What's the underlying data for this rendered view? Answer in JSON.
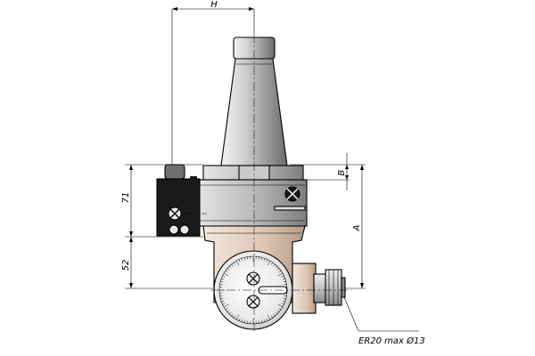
{
  "dimensions": {
    "h": "H",
    "b": "B",
    "a": "A",
    "d71": "71",
    "d52": "52"
  },
  "callout": {
    "collet": "ER20 max Ø13"
  },
  "colors": {
    "metal_light": "#dcdcdc",
    "metal_mid": "#a9a9a9",
    "metal_dark": "#6e6e6e",
    "black_part": "#1a1a1a",
    "bronze": "#e8d8c8"
  }
}
